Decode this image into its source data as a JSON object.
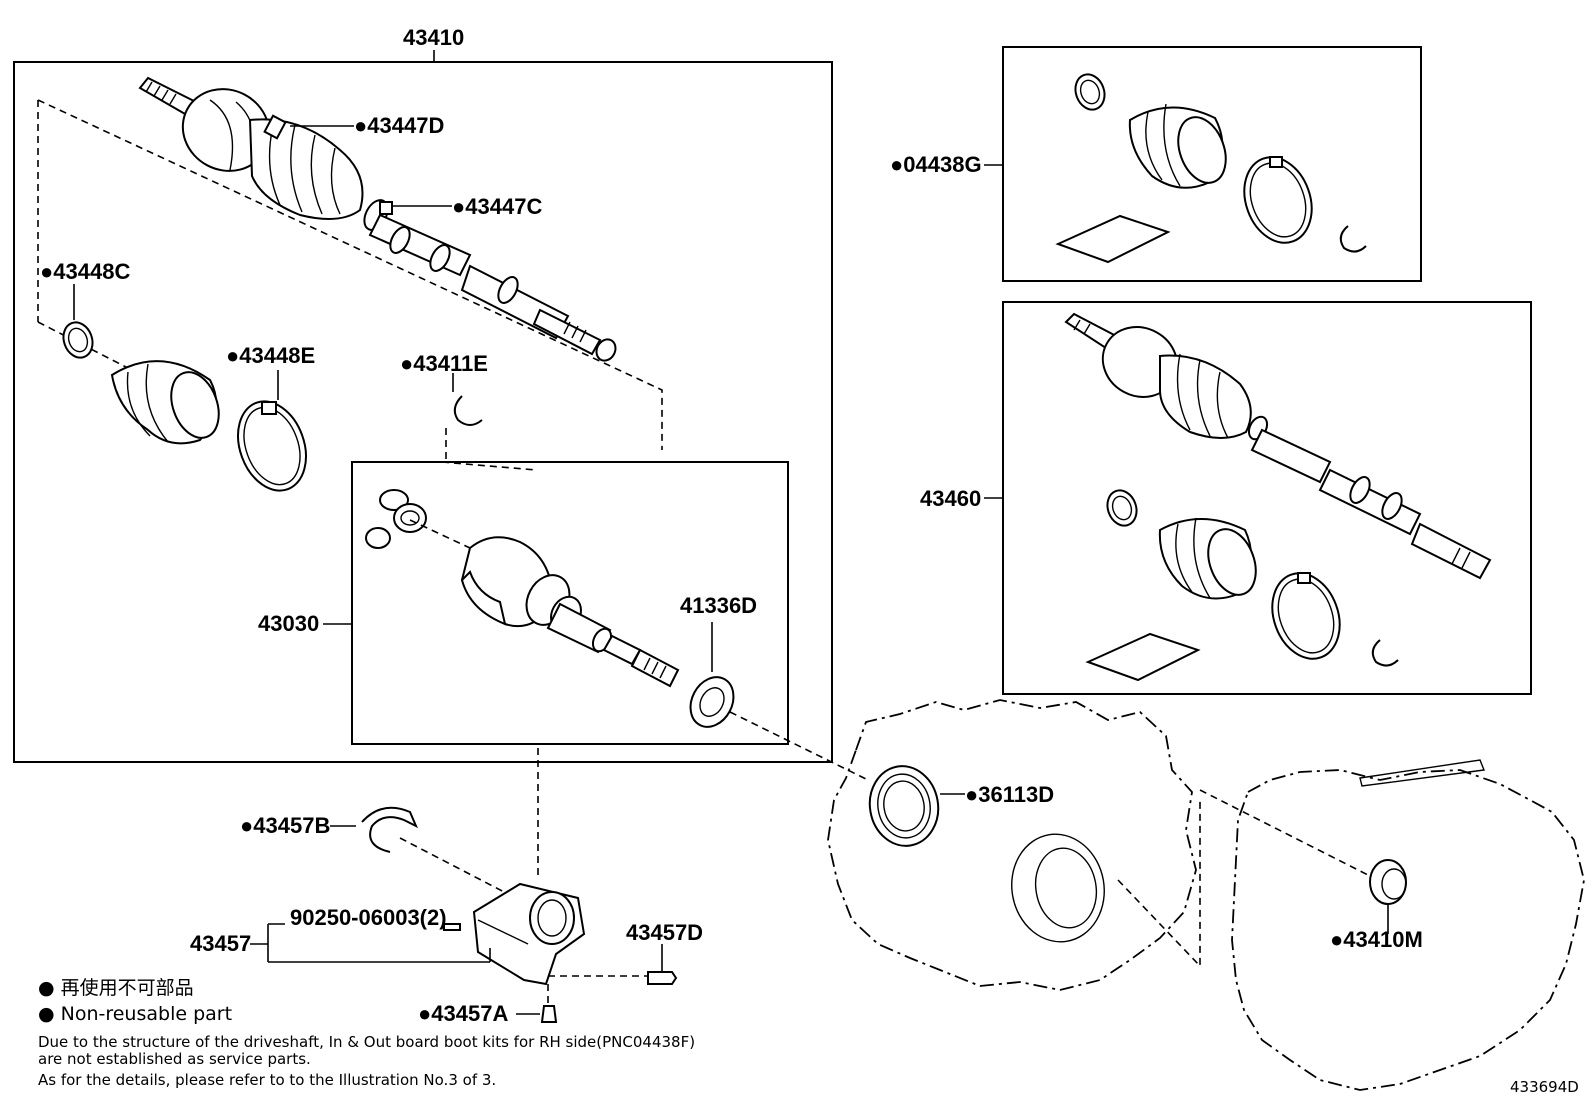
{
  "labels": {
    "assy_43410": "43410",
    "p43447D": "●43447D",
    "p43447C": "●43447C",
    "p43448C": "●43448C",
    "p43448E": "●43448E",
    "p43411E": "●43411E",
    "p43030": "43030",
    "p41336D": "41336D",
    "p04438G": "●04438G",
    "p43460": "43460",
    "p36113D": "●36113D",
    "p43410M": "●43410M",
    "p43457B": "●43457B",
    "bolt_90250": "90250-06003(2)",
    "p43457": "43457",
    "p43457D": "43457D",
    "p43457A": "●43457A"
  },
  "legend": {
    "jp": "● 再使用不可部品",
    "en": "● Non-reusable part"
  },
  "note": {
    "line1": "Due to the structure of the driveshaft, In & Out board  boot kits for RH side(PNC04438F)",
    "line2": "are not established as service parts.",
    "line3": "As for the details, please refer to to the Illustration No.3 of 3."
  },
  "illustration_id": "433694D"
}
